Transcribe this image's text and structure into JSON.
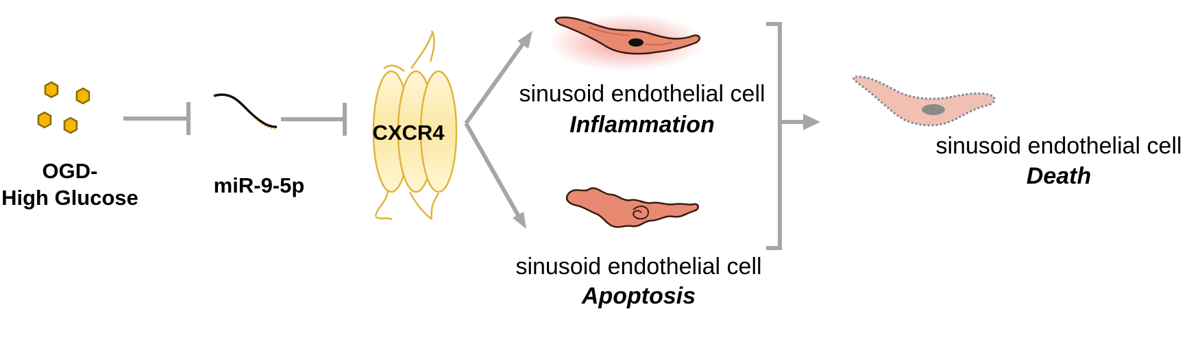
{
  "nodes": {
    "stimulus": {
      "line1": "OGD-",
      "line2": "High Glucose",
      "icon": "hexagon-cluster-icon"
    },
    "mirna": {
      "label": "miR-9-5p",
      "icon": "mirna-strand-icon"
    },
    "receptor": {
      "label": "CXCR4",
      "icon": "transmembrane-receptor-icon"
    },
    "inflammation": {
      "title": "sinusoid endothelial cell",
      "state": "Inflammation",
      "icon": "inflamed-cell-icon"
    },
    "apoptosis": {
      "title": "sinusoid endothelial cell",
      "state": "Apoptosis",
      "icon": "apoptotic-cell-icon"
    },
    "death": {
      "title": "sinusoid endothelial cell",
      "state": "Death",
      "icon": "dead-cell-icon"
    }
  },
  "edges": [
    {
      "from": "stimulus",
      "to": "mirna",
      "type": "inhibits"
    },
    {
      "from": "mirna",
      "to": "receptor",
      "type": "inhibits"
    },
    {
      "from": "receptor",
      "to": "inflammation",
      "type": "activates"
    },
    {
      "from": "receptor",
      "to": "apoptosis",
      "type": "activates"
    },
    {
      "from": "inflammation",
      "to": "death",
      "type": "leads-to"
    },
    {
      "from": "apoptosis",
      "to": "death",
      "type": "leads-to"
    }
  ],
  "colors": {
    "hexagon_fill": "#f5b800",
    "hexagon_stroke": "#8a6a00",
    "receptor": "#e8c04a",
    "cell_fill": "#e88a72",
    "cell_stroke": "#3a1a12",
    "arrow": "#a6a6a6",
    "text": "#000000"
  }
}
